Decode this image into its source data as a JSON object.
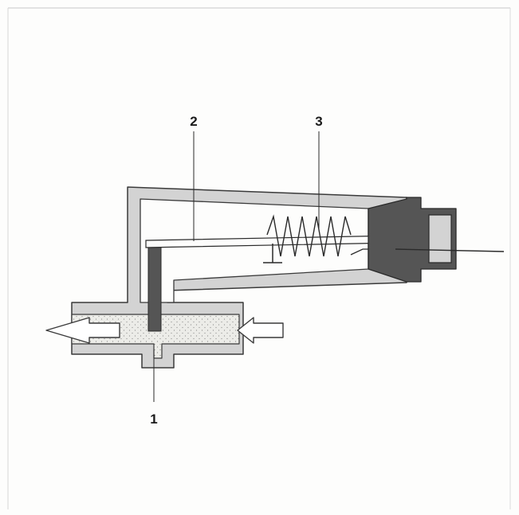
{
  "labels": {
    "one": "1",
    "two": "2",
    "three": "3"
  },
  "colors": {
    "housing": "#d3d3d3",
    "outline": "#3a3a3a",
    "fluid": "#e9e9e6",
    "dark_part": "#555555",
    "frame": "#c8c8c8",
    "background": "#fdfdfc"
  }
}
